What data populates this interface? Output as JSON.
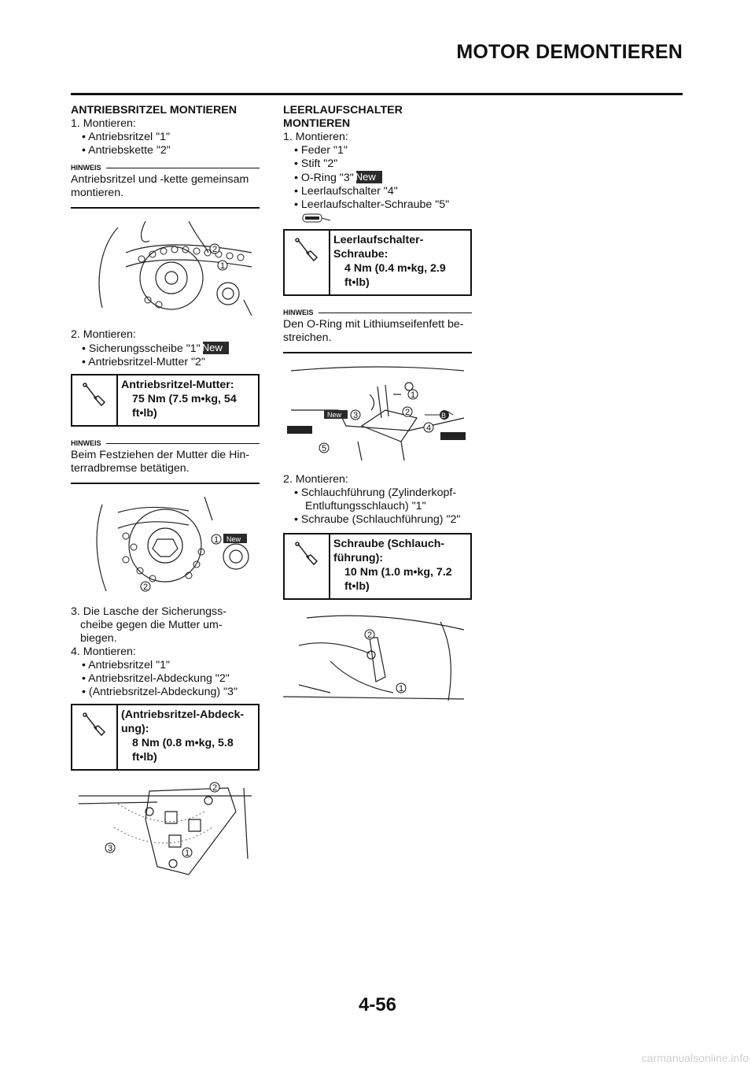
{
  "header": {
    "title": "MOTOR DEMONTIEREN"
  },
  "left": {
    "section1_title": "ANTRIEBSRITZEL MONTIEREN",
    "step1": "1. Montieren:",
    "step1_items": [
      "• Antriebsritzel \"1\"",
      "• Antriebskette \"2\""
    ],
    "note1_label": "HINWEIS",
    "note1_text": "Antriebsritzel und -kette gemeinsam montieren.",
    "step2": "2. Montieren:",
    "step2_item1": "• Sicherungsscheibe \"1\"",
    "step2_item2": "• Antriebsritzel-Mutter \"2\"",
    "torque1": {
      "title": "Antriebsritzel-Mutter:",
      "value": "75 Nm (7.5 m•kg, 54",
      "unit": "ft•lb)"
    },
    "note2_label": "HINWEIS",
    "note2_text": "Beim Festziehen der Mutter die Hin-terradbremse betätigen.",
    "step3": "3. Die Lasche der Sicherungss-",
    "step3_cont1": "cheibe gegen die Mutter um-",
    "step3_cont2": "biegen.",
    "step4": "4. Montieren:",
    "step4_items": [
      "• Antriebsritzel \"1\"",
      "• Antriebsritzel-Abdeckung \"2\"",
      "• (Antriebsritzel-Abdeckung) \"3\""
    ],
    "torque2": {
      "title1": "(Antriebsritzel-Abdeck-",
      "title2": "ung):",
      "value": "8 Nm (0.8 m•kg, 5.8",
      "unit": "ft•lb)"
    }
  },
  "right": {
    "section_title1": "LEERLAUFSCHALTER",
    "section_title2": "MONTIEREN",
    "step1": "1. Montieren:",
    "step1_items": [
      "• Feder \"1\"",
      "• Stift \"2\""
    ],
    "step1_oring": "• O-Ring \"3\"",
    "step1_items2": [
      "• Leerlaufschalter \"4\"",
      "• Leerlaufschalter-Schraube \"5\""
    ],
    "torque1": {
      "title1": "Leerlaufschalter-",
      "title2": "Schraube:",
      "value": "4 Nm (0.4 m•kg, 2.9",
      "unit": "ft•lb)"
    },
    "note_label": "HINWEIS",
    "note_text": "Den O-Ring mit Lithiumseifenfett be-streichen.",
    "step2": "2. Montieren:",
    "step2_item1": "• Schlauchführung (Zylinderkopf-",
    "step2_item1_cont": "Entluftungsschlauch) \"1\"",
    "step2_item2": "• Schraube (Schlauchführung) \"2\"",
    "torque2": {
      "title1": "Schraube (Schlauch-",
      "title2": "führung):",
      "value": "10 Nm (1.0 m•kg, 7.2",
      "unit": "ft•lb)"
    }
  },
  "badges": {
    "new": "New"
  },
  "callouts": {
    "c1": "1",
    "c2": "2",
    "c3": "3",
    "c4": "4",
    "c5": "5",
    "b": "B"
  },
  "footer": {
    "page": "4-56",
    "watermark": "carmanualsonline.info"
  }
}
